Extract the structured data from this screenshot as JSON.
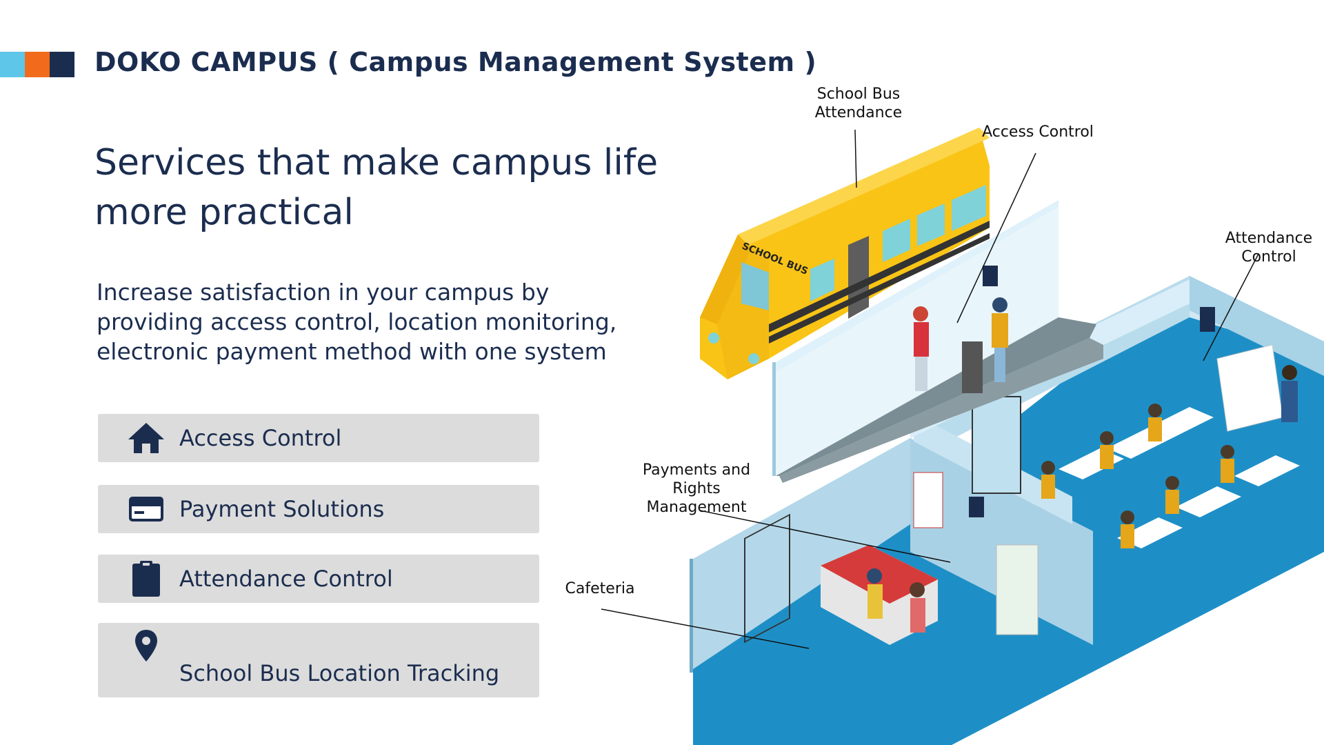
{
  "header": {
    "title": "DOKO CAMPUS ( Campus Management System )"
  },
  "hero": {
    "headline_line1": "Services that make campus life",
    "headline_line2": "more practical",
    "sub_line1": "Increase satisfaction in your campus by",
    "sub_line2": "providing access control, location monitoring,",
    "sub_line3": "electronic payment method with one system"
  },
  "services": [
    {
      "label": "Access Control",
      "icon": "home-icon"
    },
    {
      "label": "Payment Solutions",
      "icon": "card-icon"
    },
    {
      "label": "Attendance Control",
      "icon": "clipboard-icon"
    },
    {
      "label": "School Bus Location Tracking",
      "icon": "map-pin-icon"
    }
  ],
  "callouts": {
    "bus_attendance_1": "School Bus",
    "bus_attendance_2": "Attendance",
    "access_control": "Access Control",
    "attendance_control_1": "Attendance",
    "attendance_control_2": "Control",
    "payments_1": "Payments and",
    "payments_2": "Rights",
    "payments_3": "Management",
    "cafeteria": "Cafeteria"
  },
  "bus_sign": "SCHOOL BUS",
  "colors": {
    "navy": "#1b2d4f",
    "accent_blue": "#5ec6e8",
    "accent_orange": "#f26a1b",
    "button_bg": "#dcdcdc",
    "floor_blue": "#1e8fc6",
    "bus_yellow": "#f9c416"
  }
}
